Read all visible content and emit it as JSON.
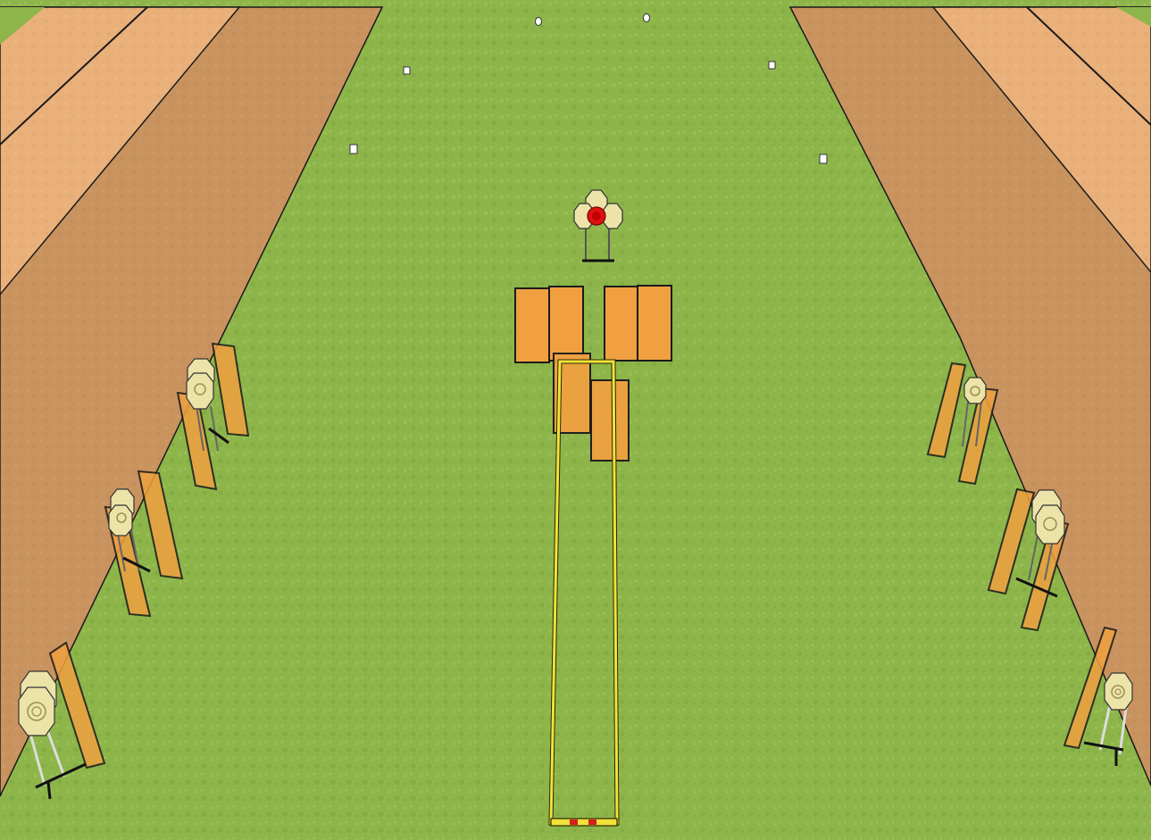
{
  "scene": {
    "kind": "shooting-stage-diagram",
    "view": "elevated-perspective",
    "colors": {
      "grass": "#8db54a",
      "grass_dark": "#7aa23c",
      "berm_dark": "#c9935f",
      "berm_light": "#e9b07a",
      "outline": "#1a1a1a",
      "barricade": "#f0a040",
      "fault_line": "#f2e23a",
      "target_paper": "#ece3a8",
      "target_ring": "#9b8f4f",
      "steel_popper": "#e01010",
      "no_shoot": "#e59a3a"
    },
    "objects": {
      "far_markers": 6,
      "center_target_group": 1,
      "barricade_panels": 6,
      "shooting_box": 1,
      "left_target_pairs": 3,
      "right_target_pairs": 3
    }
  }
}
